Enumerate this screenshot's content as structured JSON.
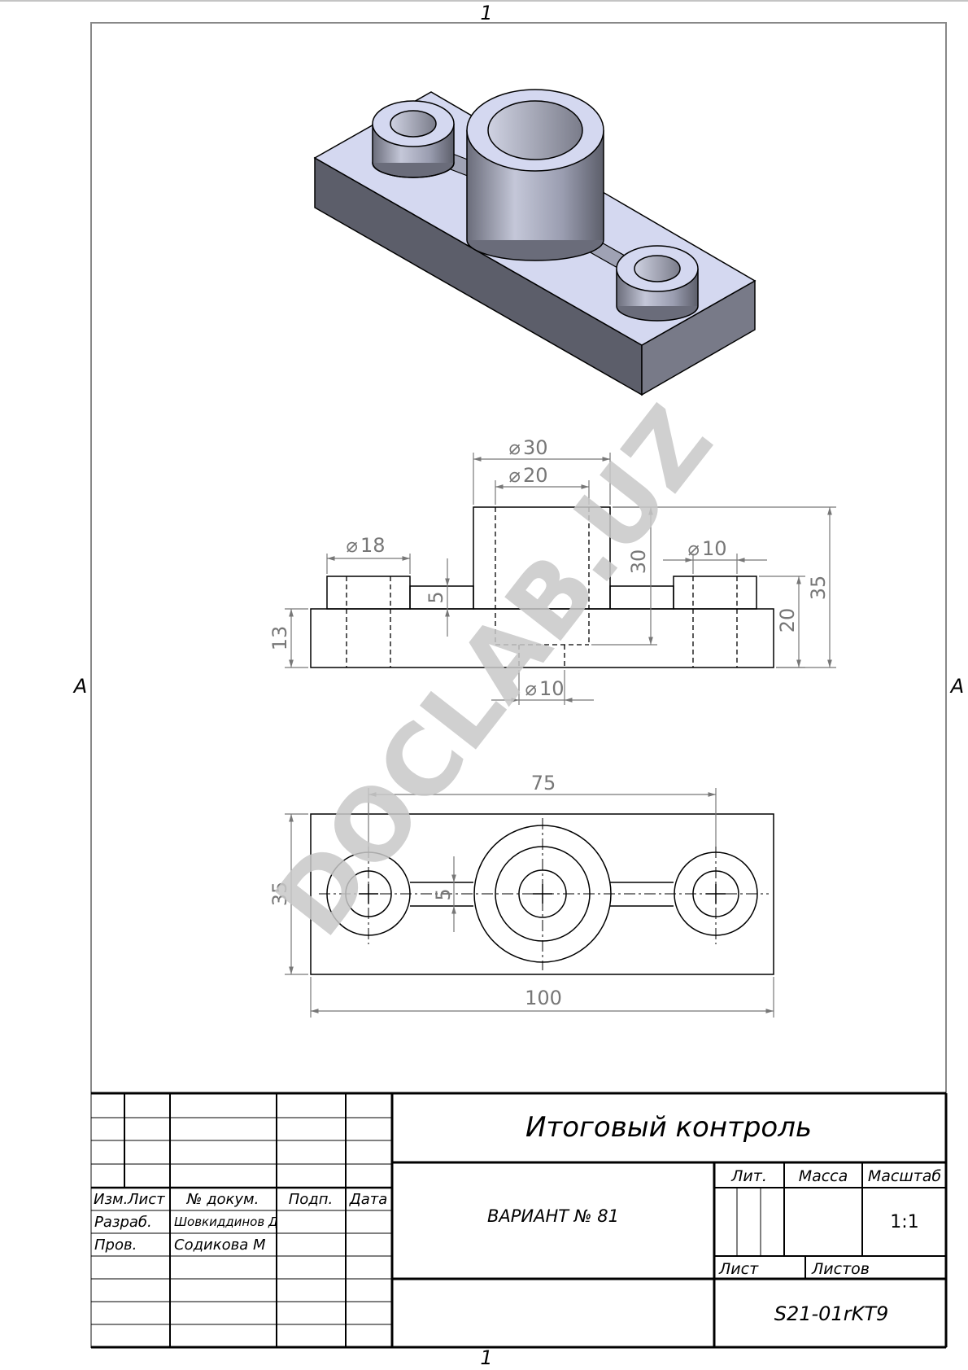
{
  "sheet": {
    "zone_top": "1",
    "zone_bottom": "1",
    "zone_left": "A",
    "zone_right": "A",
    "watermark": "DOCLAB.UZ"
  },
  "front_view": {
    "dia_30": "30",
    "dia_20": "20",
    "dia_18": "18",
    "dia_10_top": "10",
    "dia_10_bottom": "10",
    "dim_5": "5",
    "dim_13": "13",
    "dim_30": "30",
    "dim_20": "20",
    "dim_35": "35"
  },
  "top_view": {
    "dim_75": "75",
    "dim_35": "35",
    "dim_5": "5",
    "dim_100": "100"
  },
  "title_block": {
    "title": "Итоговый контроль",
    "variant": "ВАРИАНТ № 81",
    "code": "S21-01rKT9",
    "scale": "1:1",
    "lit_label": "Лит.",
    "mass_label": "Масса",
    "scale_label": "Масштаб",
    "sheet_label": "Лист",
    "sheets_label": "Листов",
    "headers": {
      "izm": "Изм.",
      "list": "Лист",
      "doc": "№ докум.",
      "sign": "Подп.",
      "date": "Дата"
    },
    "rows": [
      {
        "role": "Разраб.",
        "name": "Шовкиддинов Д"
      },
      {
        "role": "Пров.",
        "name": "Содикова М"
      }
    ]
  },
  "colors": {
    "top_face": "#d4d8f0",
    "side_face": "#5c5e6a",
    "cylinder_light": "#b8bbce",
    "cylinder_dark": "#6a6c7a",
    "watermark": "#c8c8c8"
  }
}
